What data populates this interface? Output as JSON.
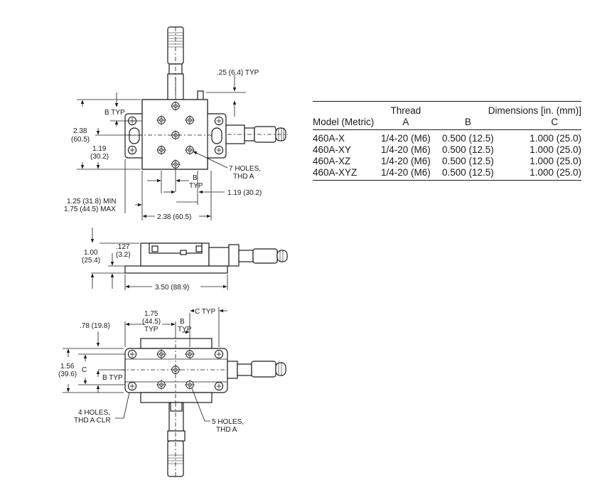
{
  "drawing": {
    "top_view": {
      "typ_025": ".25 (6.4) TYP",
      "b_typ": "B TYP",
      "d238_in": "2.38",
      "d238_mm": "(60.5)",
      "d119_in": "1.19",
      "d119_mm": "(30.2)",
      "holes7_line1": "7 HOLES,",
      "holes7_line2": "THD A",
      "b_label": "B",
      "typ_label": "TYP",
      "d119_right": "1.19 (30.2)",
      "min_label": "1.25 (31.8) MIN",
      "max_label": "1.75 (44.5) MAX",
      "width_238": "2.38 (60.5)"
    },
    "side_view": {
      "h100_in": "1.00",
      "h100_mm": "(25.4)",
      "d127_in": ".127",
      "d127_mm": "(3.2)",
      "len_350": "3.50 (88.9)"
    },
    "front_view": {
      "d078": ".78 (19.8)",
      "d175_in": "1.75",
      "d175_mm": "(44.5)",
      "typ1": "TYP",
      "b_label": "B",
      "typ2": "TYP",
      "c_typ": "C TYP",
      "h156_in": "1.56",
      "h156_mm": "(39.6)",
      "c_label": "C",
      "b_typ": "B TYP",
      "holes4_line1": "4 HOLES,",
      "holes4_line2": "THD A CLR",
      "holes5_line1": "5 HOLES,",
      "holes5_line2": "THD A"
    }
  },
  "table": {
    "head_thread": "Thread",
    "head_dimensions": "Dimensions [in. (mm)]",
    "col_model": "Model (Metric)",
    "col_a": "A",
    "col_b": "B",
    "col_c": "C",
    "rows": [
      {
        "model": "460A-X",
        "a": "1/4-20 (M6)",
        "b": "0.500 (12.5)",
        "c": "1.000 (25.0)"
      },
      {
        "model": "460A-XY",
        "a": "1/4-20 (M6)",
        "b": "0.500 (12.5)",
        "c": "1.000 (25.0)"
      },
      {
        "model": "460A-XZ",
        "a": "1/4-20 (M6)",
        "b": "0.500 (12.5)",
        "c": "1.000 (25.0)"
      },
      {
        "model": "460A-XYZ",
        "a": "1/4-20 (M6)",
        "b": "0.500 (12.5)",
        "c": "1.000 (25.0)"
      }
    ]
  }
}
